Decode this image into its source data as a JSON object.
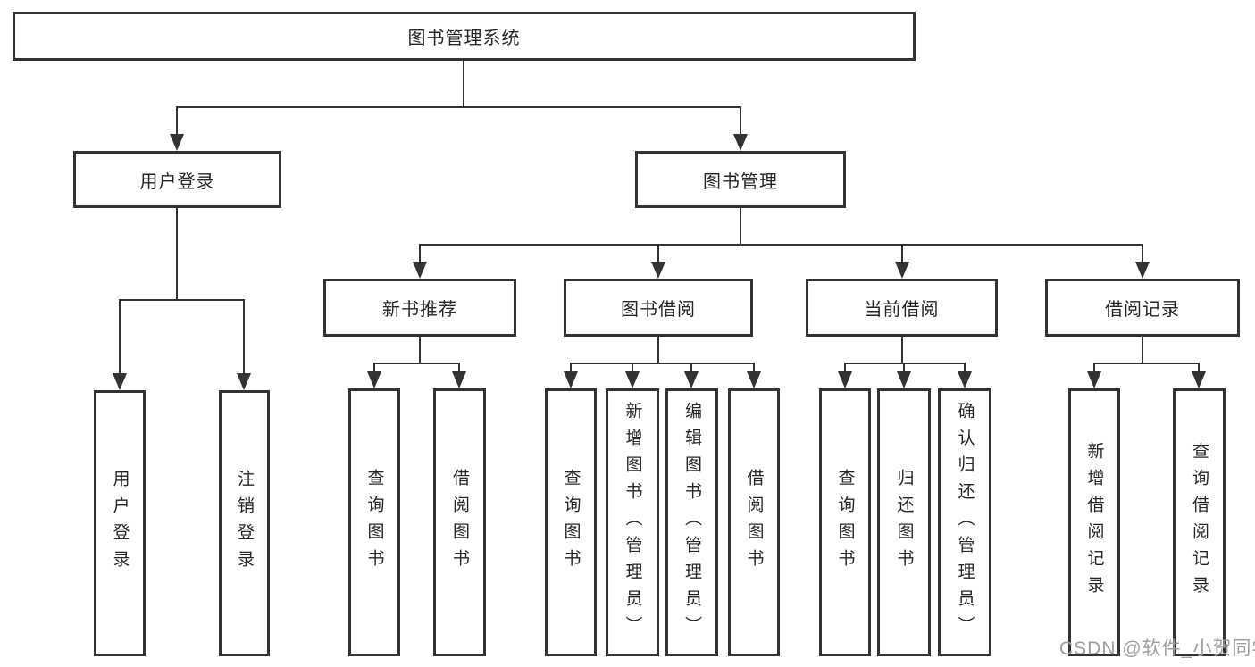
{
  "diagram": {
    "root": "图书管理系统",
    "branches": [
      {
        "label": "用户登录",
        "children": [
          {
            "label": "用户登录"
          },
          {
            "label": "注销登录"
          }
        ]
      },
      {
        "label": "图书管理",
        "children": [
          {
            "label": "新书推荐",
            "children": [
              {
                "label": "查询图书"
              },
              {
                "label": "借阅图书"
              }
            ]
          },
          {
            "label": "图书借阅",
            "children": [
              {
                "label": "查询图书"
              },
              {
                "label": "新增图书（管理员）"
              },
              {
                "label": "编辑图书（管理员）"
              },
              {
                "label": "借阅图书"
              }
            ]
          },
          {
            "label": "当前借阅",
            "children": [
              {
                "label": "查询图书"
              },
              {
                "label": "归还图书"
              },
              {
                "label": "确认归还（管理员）"
              }
            ]
          },
          {
            "label": "借阅记录",
            "children": [
              {
                "label": "新增借阅记录"
              },
              {
                "label": "查询借阅记录"
              }
            ]
          }
        ]
      }
    ]
  },
  "watermark": {
    "text": "CSDN @软件_小贺同学",
    "color": "#9e9e9e"
  },
  "colors": {
    "line": "#333333",
    "text": "#262626",
    "background": "#ffffff"
  }
}
